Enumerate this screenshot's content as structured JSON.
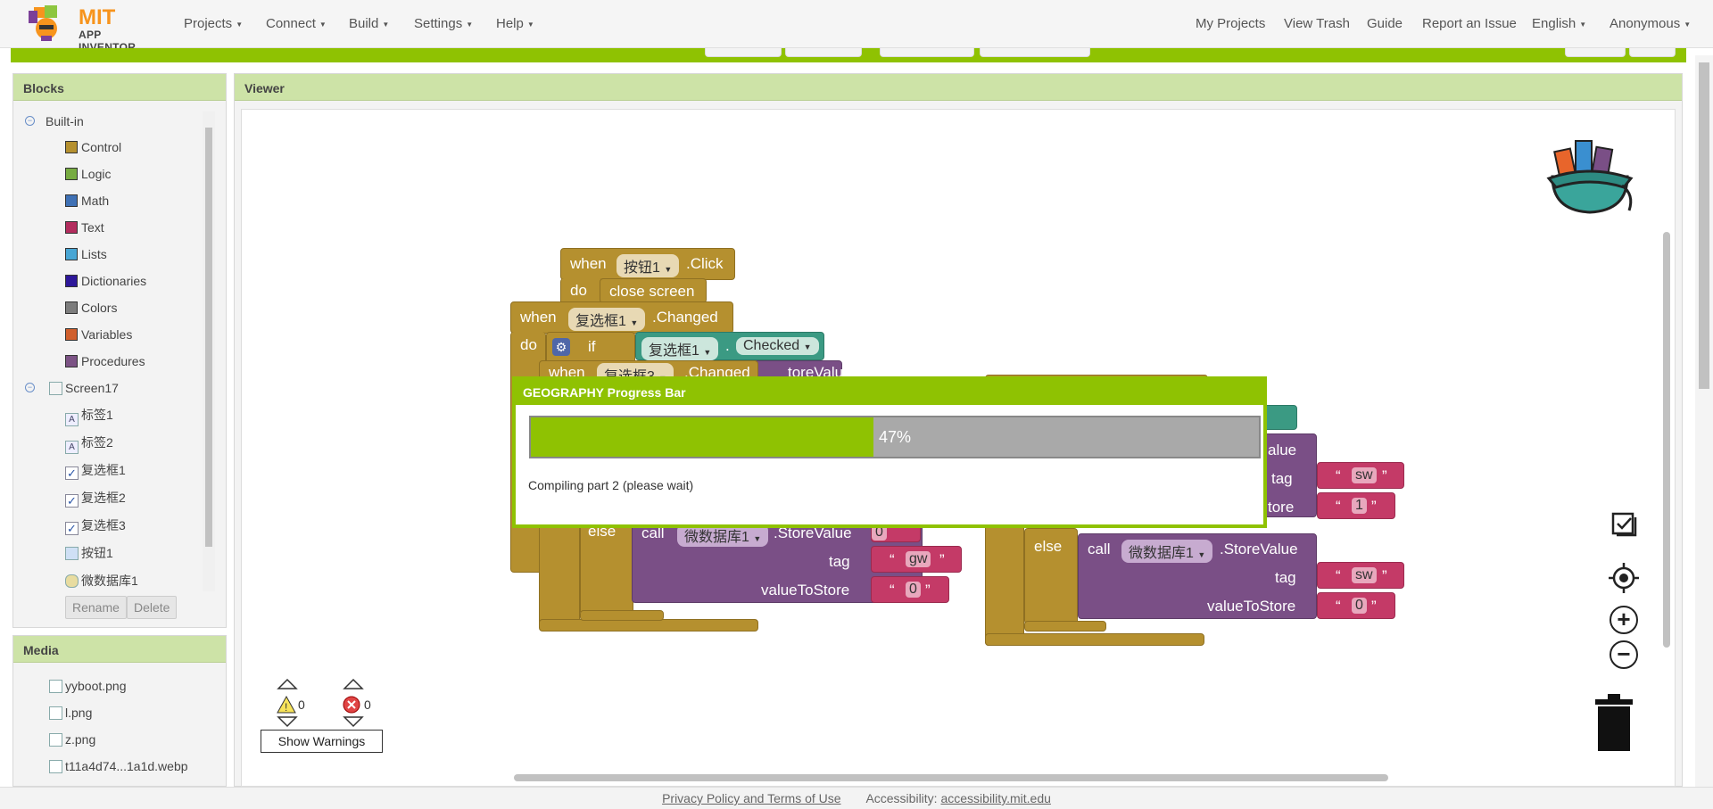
{
  "header": {
    "logo_title": "MIT",
    "logo_subtitle": "APP INVENTOR",
    "menus": [
      "Projects",
      "Connect",
      "Build",
      "Settings",
      "Help"
    ],
    "right_links": [
      "My Projects",
      "View Trash",
      "Guide",
      "Report an Issue"
    ],
    "language": "English",
    "user": "Anonymous"
  },
  "blocks_panel": {
    "title": "Blocks",
    "builtin_label": "Built-in",
    "builtin": [
      {
        "label": "Control",
        "color": "#b5902f"
      },
      {
        "label": "Logic",
        "color": "#77ab41"
      },
      {
        "label": "Math",
        "color": "#3f71b5"
      },
      {
        "label": "Text",
        "color": "#b32d5e"
      },
      {
        "label": "Lists",
        "color": "#49a6d4"
      },
      {
        "label": "Dictionaries",
        "color": "#2d1799"
      },
      {
        "label": "Colors",
        "color": "#7d7d7d"
      },
      {
        "label": "Variables",
        "color": "#d05f2d"
      },
      {
        "label": "Procedures",
        "color": "#7c5385"
      }
    ],
    "screen_label": "Screen17",
    "components": [
      "标签1",
      "标签2",
      "复选框1",
      "复选框2",
      "复选框3",
      "按钮1",
      "微数据库1"
    ],
    "rename_label": "Rename",
    "delete_label": "Delete"
  },
  "media_panel": {
    "title": "Media",
    "files": [
      "yyboot.png",
      "l.png",
      "z.png",
      "t11a4d74...1a1d.webp"
    ]
  },
  "viewer": {
    "title": "Viewer",
    "blocks": {
      "when": "when",
      "do": "do",
      "if": "if",
      "else": "else",
      "call": "call",
      "button1": "按钮1",
      "click": ".Click",
      "close_screen": "close screen",
      "checkbox1": "复选框1",
      "checkbox3": "复选框3",
      "changed": ".Changed",
      "dot": ".",
      "checked": "Checked",
      "store_value": ".StoreValue",
      "store_value_partial": "toreValue",
      "tinydb": "微数据库1",
      "tag": "tag",
      "value_to_store": "valueToStore",
      "value_partial": "alue",
      "store_partial": "tore",
      "gw": "gw",
      "sw": "sw",
      "zero": "0",
      "one": "1",
      "quote_open": "“",
      "quote_close": "”"
    },
    "warnings_count": "0",
    "errors_count": "0",
    "show_warnings_label": "Show Warnings"
  },
  "progress_dialog": {
    "title": "GEOGRAPHY Progress Bar",
    "percent_label": "47%",
    "progress": 0.47,
    "message": "Compiling part 2 (please wait)"
  },
  "footer": {
    "privacy": "Privacy Policy and Terms of Use",
    "accessibility_label": "Accessibility:",
    "accessibility_link": "accessibility.mit.edu"
  }
}
